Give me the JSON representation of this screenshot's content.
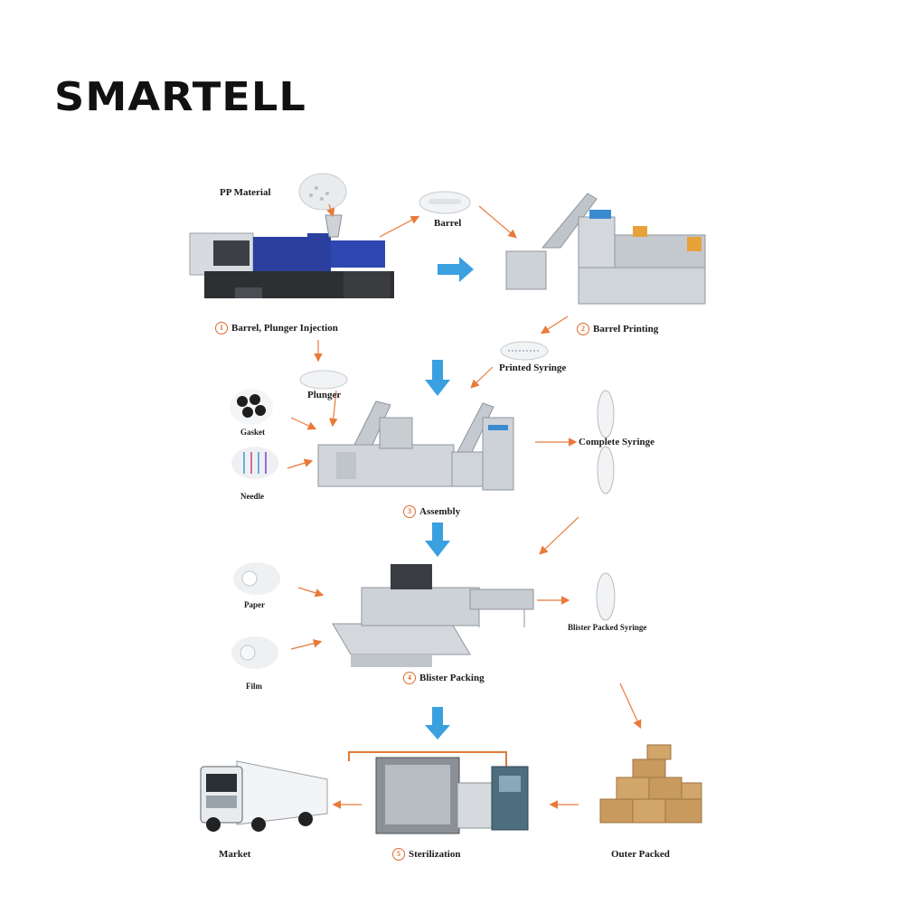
{
  "brand": {
    "logo_text": "SMARTELL"
  },
  "materials": {
    "pp": "PP Material",
    "barrel": "Barrel",
    "plunger": "Plunger",
    "gasket": "Gasket",
    "needle": "Needle",
    "printed_syringe": "Printed Syringe",
    "complete_syringe": "Complete  Syringe",
    "paper": "Paper",
    "film": "Film",
    "blister_syringe": "Blister Packed Syringe"
  },
  "steps": [
    {
      "num": "1",
      "label": "Barrel, Plunger Injection"
    },
    {
      "num": "2",
      "label": "Barrel Printing"
    },
    {
      "num": "3",
      "label": "Assembly"
    },
    {
      "num": "4",
      "label": "Blister Packing"
    },
    {
      "num": "5",
      "label": "Sterilization"
    }
  ],
  "endpoints": {
    "market": "Market",
    "outer_packed": "Outer Packed"
  },
  "colors": {
    "flow_arrow": "#3aa0e0",
    "feed_arrow": "#e87a3a",
    "machine_steel": "#c9ced3",
    "machine_blue": "#2a3f9e",
    "carton": "#c89a5e"
  }
}
